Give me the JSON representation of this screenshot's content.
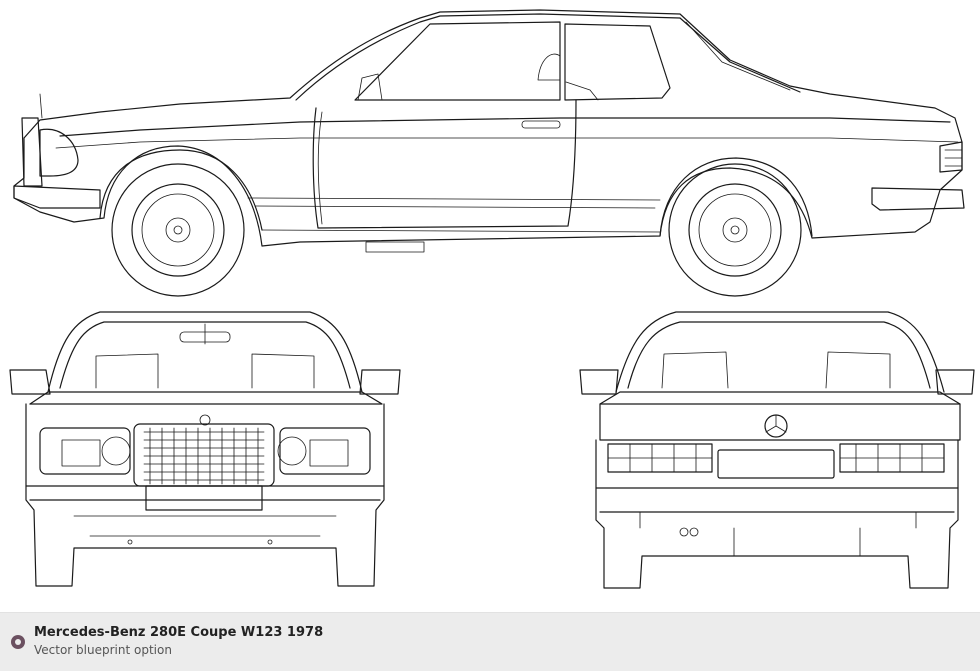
{
  "caption": {
    "title": "Mercedes-Benz 280E Coupe W123 1978",
    "subtitle": "Vector blueprint option",
    "icon": "blueprint-bullet-icon",
    "icon_color": "#6b5060",
    "background": "#ececec"
  },
  "drawing": {
    "views": [
      "side-view",
      "front-view",
      "rear-view"
    ],
    "line_color": "#1a1a1a",
    "background": "#ffffff"
  }
}
